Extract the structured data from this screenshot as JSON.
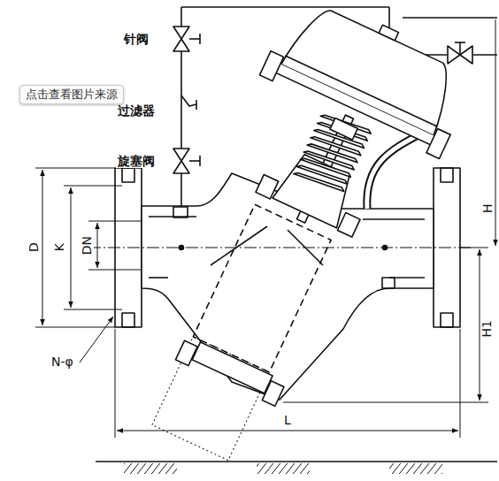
{
  "diagram": {
    "nodes": [
      {
        "text": [
          "点击查看图片来源"
        ]
      }
    ],
    "labels": [
      "针阀",
      "过滤器",
      "旋塞阀",
      "D",
      "K",
      "DN",
      "N-φ",
      "H",
      "H1",
      "L"
    ]
  }
}
